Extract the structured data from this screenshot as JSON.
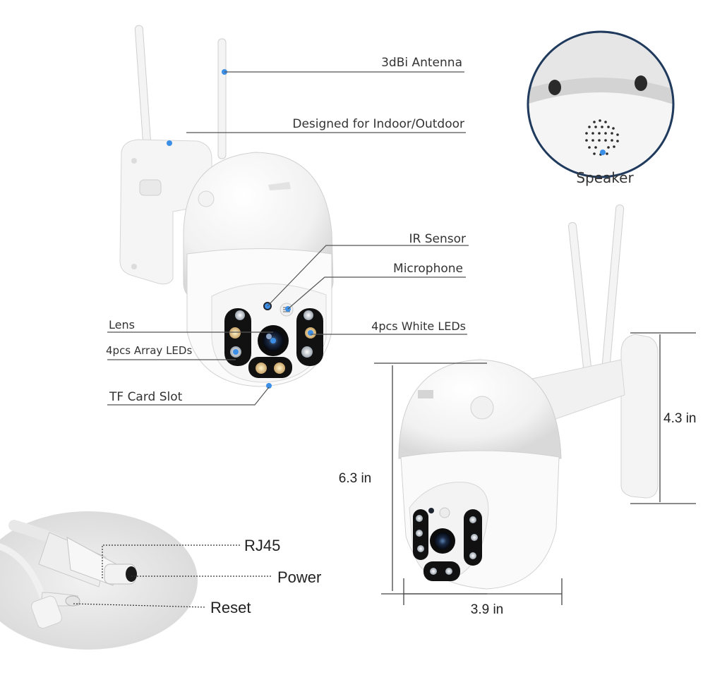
{
  "callouts": {
    "antenna": "3dBi  Antenna",
    "indoor_outdoor": "Designed for Indoor/Outdoor",
    "speaker": "Speaker",
    "ir_sensor": "IR Sensor",
    "microphone": "Microphone",
    "lens": "Lens",
    "white_leds": "4pcs White LEDs",
    "array_leds": "4pcs Array LEDs",
    "tf_card_slot": "TF Card Slot",
    "rj45": "RJ45",
    "power": "Power",
    "reset": "Reset"
  },
  "dimensions": {
    "height": "6.3 in",
    "width": "3.9 in",
    "mount_height": "4.3 in"
  },
  "colors": {
    "callout_dot": "#3b8fe6",
    "speaker_ring": "#1f3a5c",
    "camera_body": "#f7f7f7"
  }
}
